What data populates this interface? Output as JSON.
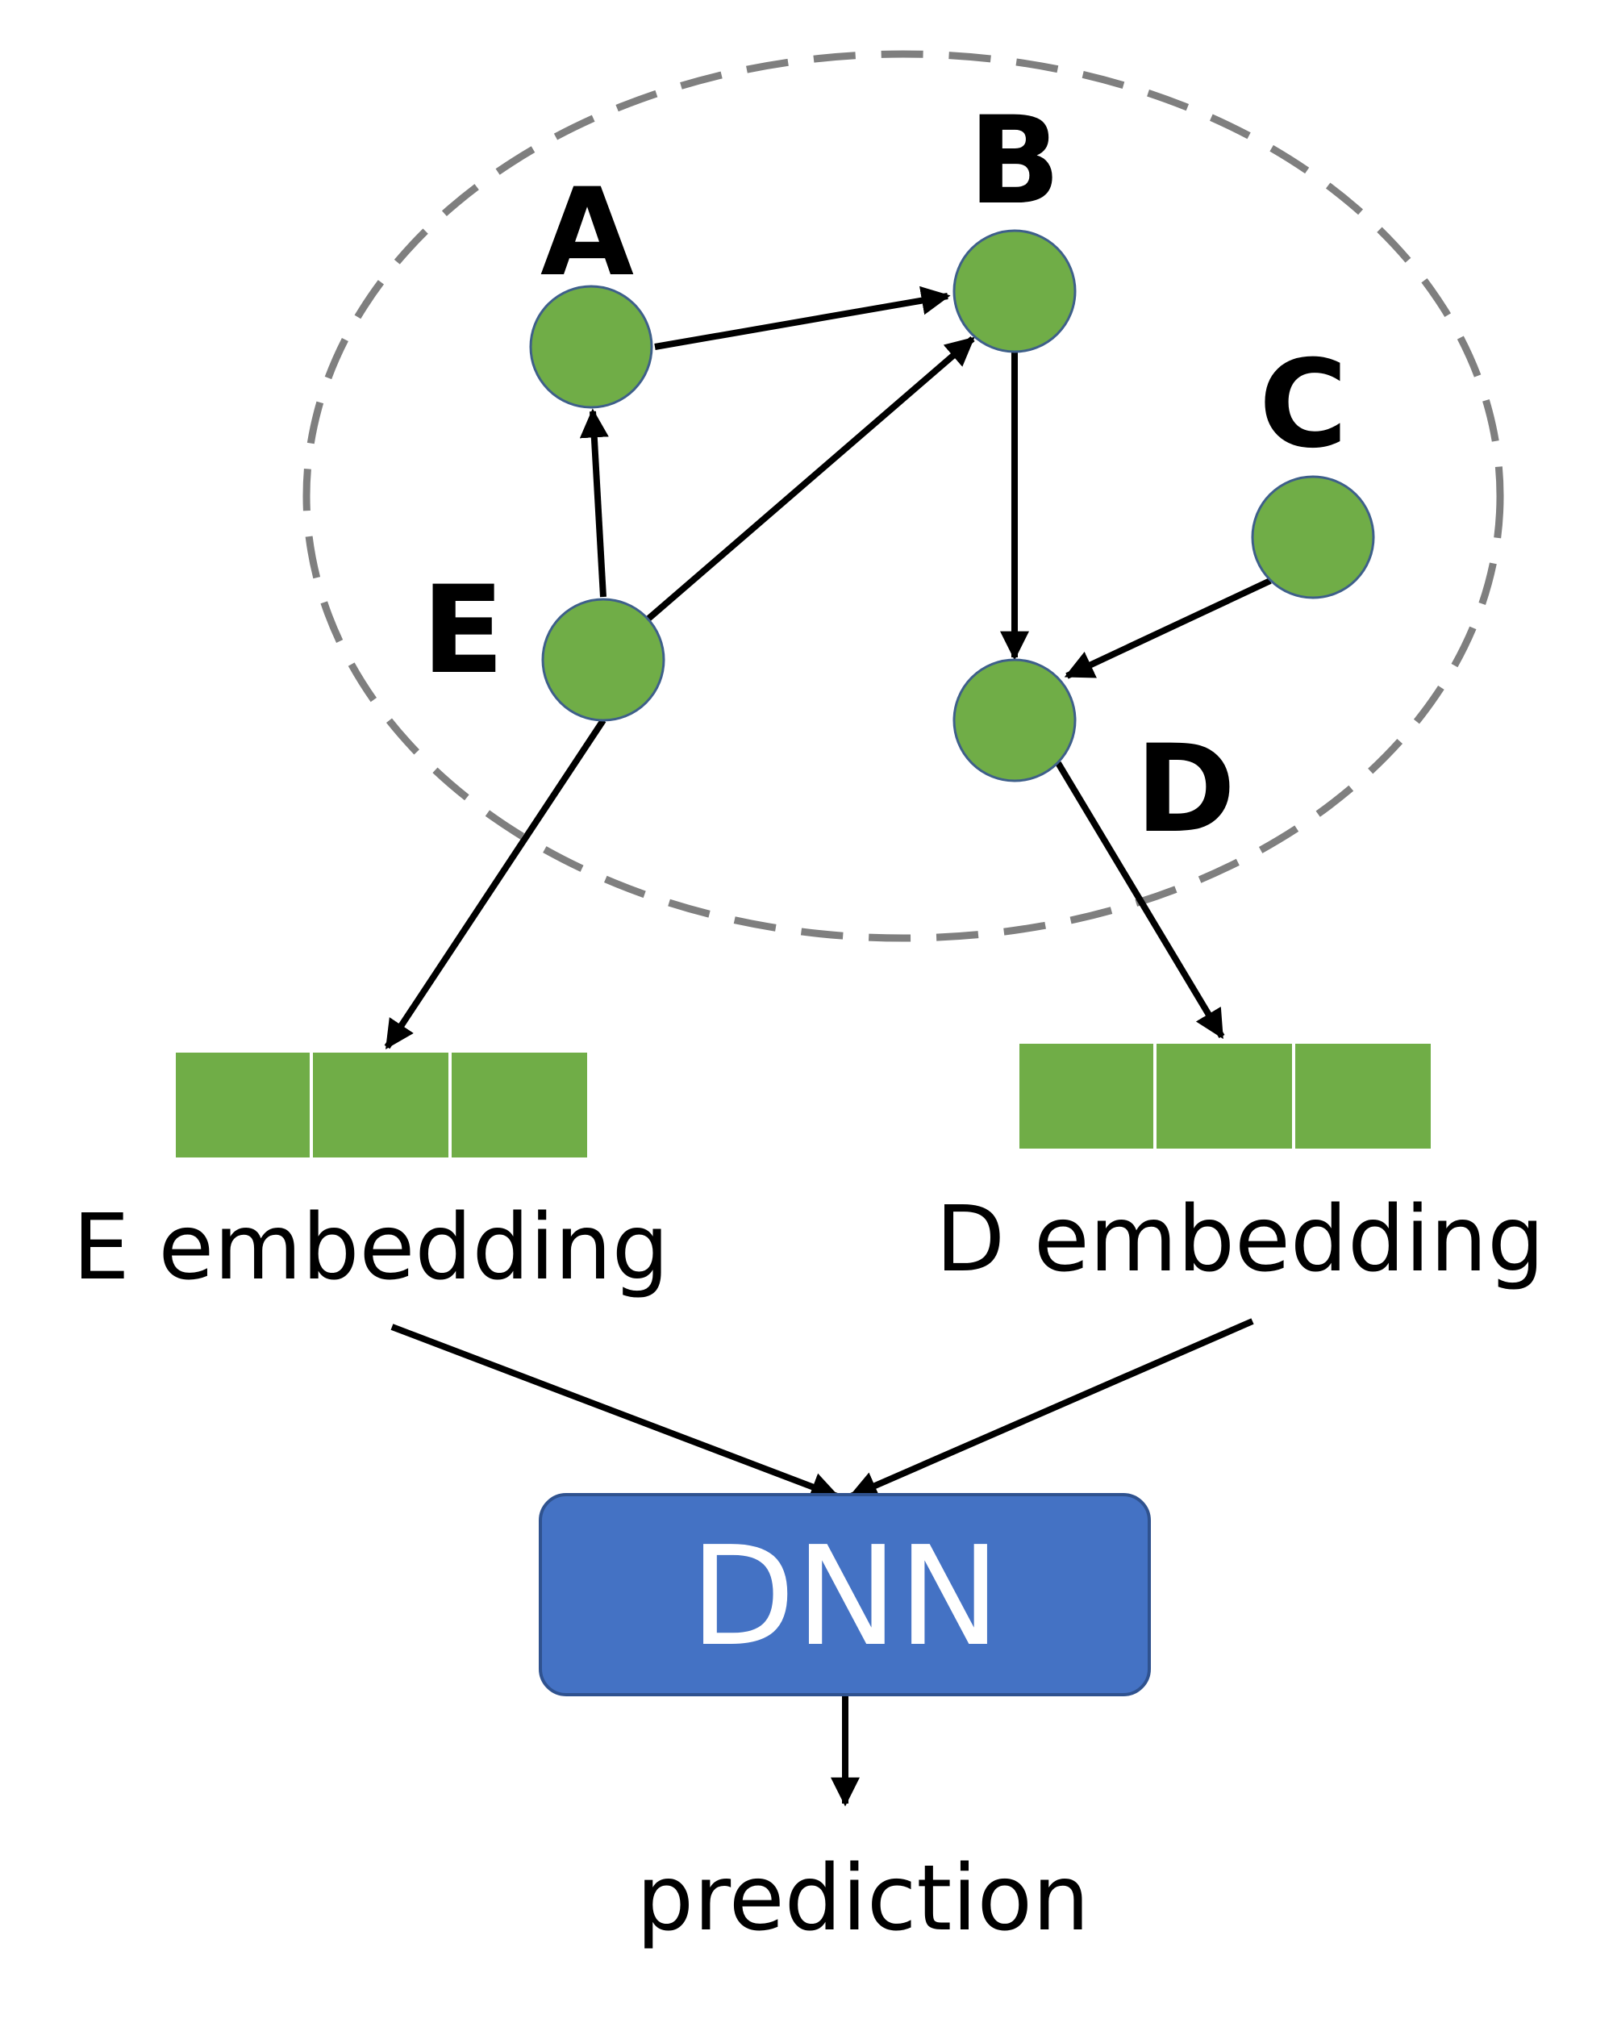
{
  "graph": {
    "nodes": [
      {
        "id": "A",
        "label": "A"
      },
      {
        "id": "B",
        "label": "B"
      },
      {
        "id": "C",
        "label": "C"
      },
      {
        "id": "D",
        "label": "D"
      },
      {
        "id": "E",
        "label": "E"
      }
    ],
    "edges": [
      {
        "from": "A",
        "to": "B"
      },
      {
        "from": "E",
        "to": "A"
      },
      {
        "from": "E",
        "to": "B"
      },
      {
        "from": "B",
        "to": "D"
      },
      {
        "from": "C",
        "to": "D"
      }
    ]
  },
  "embeddings": {
    "left_label": "E embedding",
    "right_label": "D embedding",
    "cells_per_vector": 3
  },
  "model": {
    "label": "DNN"
  },
  "output": {
    "label": "prediction"
  },
  "colors": {
    "node_fill": "#70ad47",
    "dnn_fill": "#4472c4",
    "cluster_border": "#7f7f7f"
  }
}
